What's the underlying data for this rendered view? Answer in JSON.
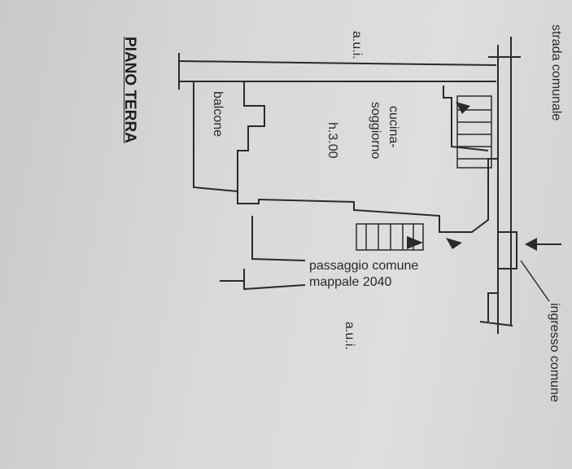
{
  "title": "PIANO TERRA",
  "labels": {
    "street": "strada comunale",
    "aui_top": "a.u.i.",
    "aui_right": "a.u.i.",
    "kitchen_line1": "cucina-",
    "kitchen_line2": "soggiorno",
    "height": "h.3.00",
    "balcony": "balcone",
    "passage_line1": "passaggio comune",
    "passage_line2": "mappale 2040",
    "entrance": "ingresso comune"
  }
}
